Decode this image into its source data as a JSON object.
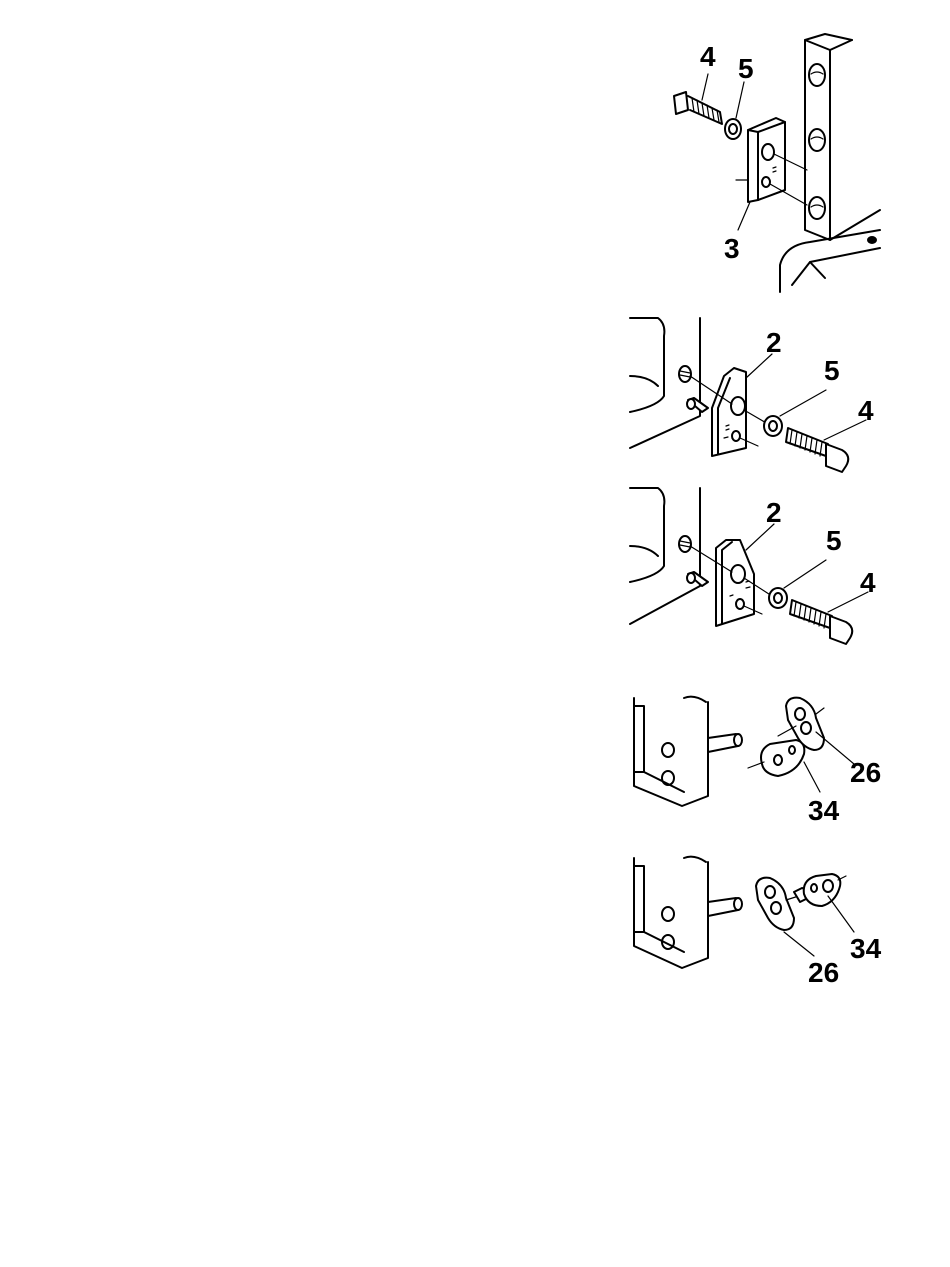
{
  "figures": [
    {
      "id": "fig-1",
      "callouts": [
        "4",
        "5",
        "3"
      ]
    },
    {
      "id": "fig-2",
      "callouts": [
        "2",
        "5",
        "4"
      ]
    },
    {
      "id": "fig-3",
      "callouts": [
        "2",
        "5",
        "4"
      ]
    },
    {
      "id": "fig-4",
      "callouts": [
        "26",
        "34"
      ]
    },
    {
      "id": "fig-5",
      "callouts": [
        "26",
        "34"
      ]
    }
  ]
}
